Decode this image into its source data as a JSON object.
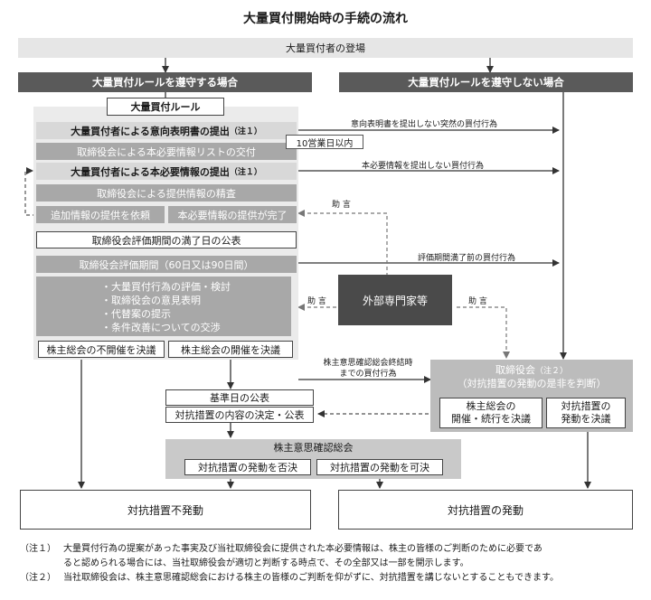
{
  "title": "大量買付開始時の手続の流れ",
  "top_bar": "大量買付者の登場",
  "left_header": "大量買付ルールを遵守する場合",
  "right_header": "大量買付ルールを遵守しない場合",
  "rule_label": "大量買付ルール",
  "steps": {
    "s1": "大量買付者による意向表明書の提出",
    "s1_note": "（注１）",
    "s2": "取締役会による本必要情報リストの交付",
    "s2_days": "10営業日以内",
    "s3": "大量買付者による本必要情報の提出",
    "s3_note": "（注１）",
    "s4": "取締役会による提供情報の精査",
    "s5a": "追加情報の提供を依頼",
    "s5b": "本必要情報の提供が完了",
    "s6": "取締役会評価期間の満了日の公表",
    "s7": "取締役会評価期間（60日又は90日間）",
    "s8_items": [
      "・大量買付行為の評価・検討",
      "・取締役会の意見表明",
      "・代替案の提示",
      "・条件改善についての交渉"
    ],
    "s9a": "株主総会の不開催を決議",
    "s9b": "株主総会の開催を決議"
  },
  "labels": {
    "sudden": "意向表明書を提出しない突然の買付行為",
    "no_info": "本必要情報を提出しない買付行為",
    "advice_top": "助 言",
    "pre_expiry": "評価期間満了前の買付行為",
    "advice_left": "助 言",
    "advice_right": "助 言",
    "before_meeting_1": "株主意思確認総会終結時",
    "before_meeting_2": "までの買付行為"
  },
  "expert": "外部専門家等",
  "board": {
    "line1": "取締役会",
    "note": "（注２）",
    "line2": "（対抗措置の発動の是非を判断）",
    "opt1": "株主総会の\n開催・続行を決議",
    "opt2": "対抗措置の\n発動を決議"
  },
  "record_date": {
    "title": "基準日の公表",
    "sub": "対抗措置の内容の決定・公表"
  },
  "meeting": {
    "title": "株主意思確認総会",
    "deny": "対抗措置の発動を否決",
    "approve": "対抗措置の発動を可決"
  },
  "outcomes": {
    "left": "対抗措置不発動",
    "right": "対抗措置の発動"
  },
  "notes": [
    {
      "tag": "（注１）",
      "text": "大量買付行為の提案があった事実及び当社取締役会に提供された本必要情報は、株主の皆様のご判断のために必要であ"
    },
    {
      "tag": "",
      "text": "ると認められる場合には、当社取締役会が適切と判断する時点で、その全部又は一部を開示します。"
    },
    {
      "tag": "（注２）",
      "text": "当社取締役会は、株主意思確認総会における株主の皆様のご判断を仰がずに、対抗措置を講じないとすることもできます。"
    }
  ]
}
